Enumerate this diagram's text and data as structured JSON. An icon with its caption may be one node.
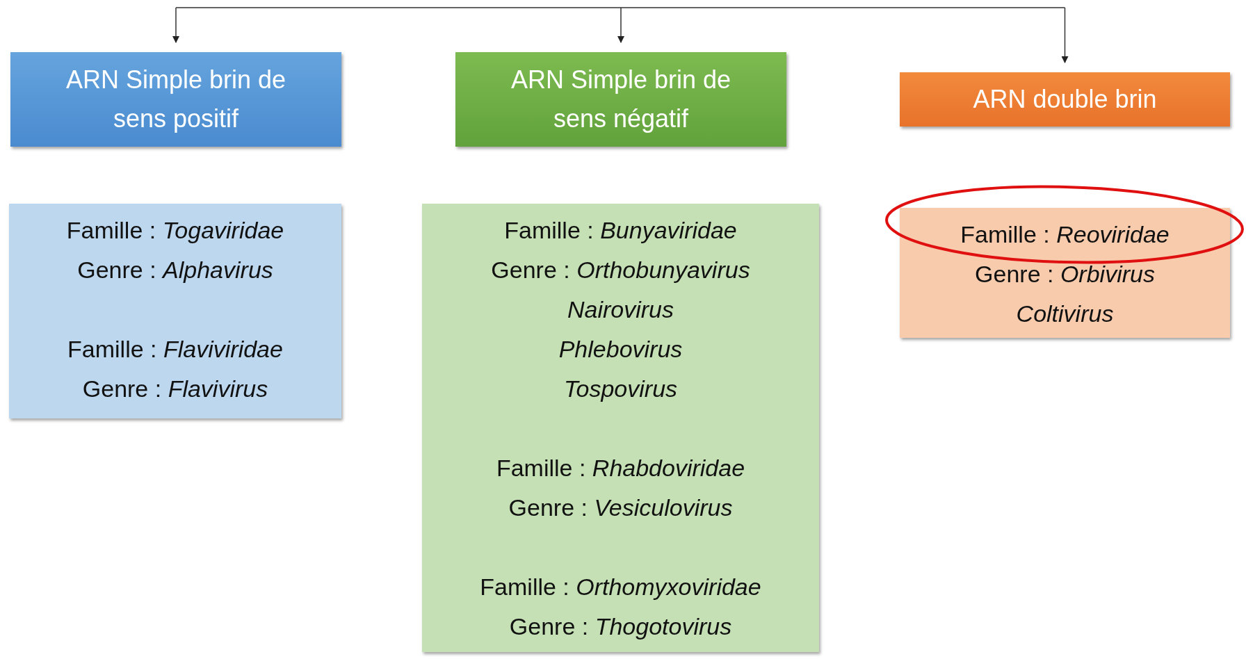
{
  "diagram": {
    "nodes": [
      {
        "text": [
          "ARN Simple brin de sens positif"
        ]
      },
      {
        "text": [
          "ARN Simple brin de sens négatif"
        ]
      },
      {
        "text": [
          "ARN double brin"
        ]
      },
      {
        "text": [
          "Famille : *Togaviridae*",
          "Genre : *Alphavirus*",
          "Famille : *Flaviviridae*",
          "Genre : *Flavivirus*"
        ]
      },
      {
        "text": [
          "Famille : *Bunyaviridae*",
          "Genre : *Orthobunyavirus*",
          "Nairovirus",
          "Phlebovirus",
          "Tospovirus",
          "Famille : *Rhabdoviridae*",
          "Genre : *Vesiculovirus*",
          "Famille : *Orthomyxoviridae*",
          "Genre : *Thogotovirus*"
        ]
      },
      {
        "text": [
          "Famille : *Reoviridae*",
          "Genre : *Orbivirus*",
          "Coltivirus"
        ]
      }
    ],
    "edges": [
      {
        "from": null,
        "to": 0,
        "arrow": "to"
      },
      {
        "from": null,
        "to": 1,
        "arrow": "to"
      },
      {
        "from": null,
        "to": 2,
        "arrow": "to"
      }
    ]
  }
}
